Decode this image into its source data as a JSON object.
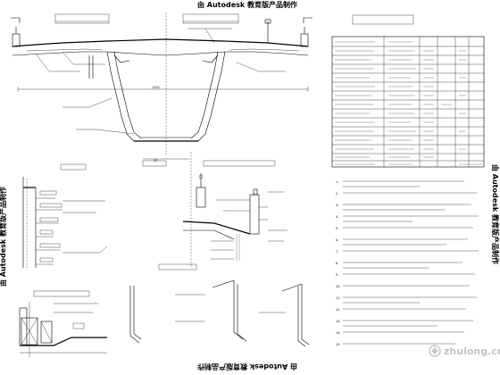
{
  "watermarks": {
    "top": "由 Autodesk 教育版产品制作",
    "bottom": "由 Autodesk 教育版产品制作",
    "left": "由 Autodesk 教育版产品制作",
    "right": "由 Autodesk 教育版产品制作"
  },
  "section_labels": {
    "main_dimension": "1330",
    "bottom_dimension": "57"
  },
  "notes": {
    "numbers": [
      "1.",
      "2.",
      "3.",
      "4.",
      "5.",
      "6.",
      "7.",
      "8.",
      "9.",
      "10.",
      "11.",
      "12.",
      "13.",
      "14.",
      "15."
    ]
  }
}
